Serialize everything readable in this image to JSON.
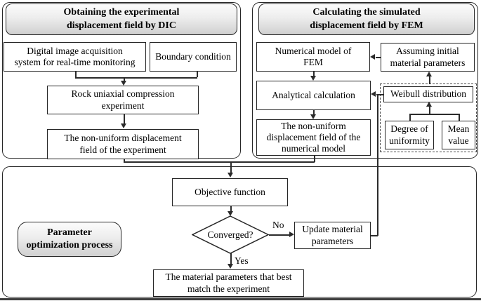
{
  "diagram": {
    "sections": {
      "dic": {
        "title": "Obtaining the experimental\ndisplacement field by DIC",
        "boxes": {
          "digital": "Digital image acquisition\nsystem for real-time monitoring",
          "boundary": "Boundary condition",
          "rock": "Rock uniaxial compression\nexperiment",
          "exp_field": "The non-uniform displacement\nfield of the experiment"
        }
      },
      "fem": {
        "title": "Calculating the simulated\ndisplacement field by FEM",
        "boxes": {
          "numerical": "Numerical model of\nFEM",
          "analytical": "Analytical calculation",
          "num_field": "The non-uniform\ndisplacement field of the\nnumerical model",
          "assuming": "Assuming initial\nmaterial parameters",
          "weibull": "Weibull distribution",
          "degree": "Degree of\nuniformity",
          "mean": "Mean\nvalue"
        }
      },
      "optimization": {
        "title": "Parameter\noptimization process",
        "boxes": {
          "objective": "Objective function",
          "converged": "Converged?",
          "update": "Update material\nparameters",
          "best": "The material parameters that best\nmatch the experiment"
        },
        "labels": {
          "no": "No",
          "yes": "Yes"
        }
      }
    },
    "theme": {
      "line_color": "#2b2b2b",
      "box_border": "#262626",
      "header_fill_top": "#fcfcfc",
      "header_fill_bottom": "#d0d0d0",
      "background": "#ffffff",
      "bottom_bar": "#3d3d3d"
    }
  }
}
